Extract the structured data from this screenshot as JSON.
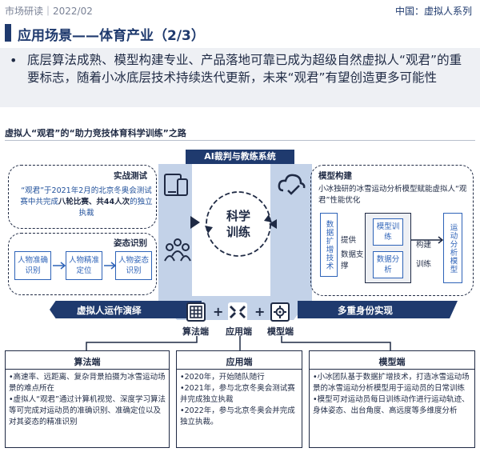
{
  "header": {
    "left": "市场研读｜2022/02",
    "right": "中国：虚拟人系列"
  },
  "title": "应用场景——体育产业（2/3）",
  "summary": {
    "bullet": "•",
    "text": "底层算法成熟、模型构建专业、产品落地可靠已成为超级自然虚拟人“观君”的重要标志，随着小冰底层技术持续迭代更新，未来“观君”有望创造更多可能性"
  },
  "diagram": {
    "title": "虚拟人“观君”的“助力竞技体育科学训练”之路",
    "ai_system": "AI裁判与教练系统",
    "center": {
      "line1": "科学",
      "line2": "训练"
    },
    "practice": {
      "label": "实战测试",
      "text_a": "“观君”于2021年2月的北京冬奥会测试赛中共完成",
      "text_b": "八轮比赛、共44人次",
      "text_c": "的独立执裁"
    },
    "posture": {
      "label": "姿态识别",
      "items": [
        "人物准确识别",
        "人物精准定位",
        "人物姿态识别"
      ]
    },
    "model_build": {
      "label": "模型构建",
      "text": "小冰独研的冰雪运动分析模型赋能虚拟人“观君”性能优化",
      "data_aug": "数据扩增技术",
      "provide": "提供",
      "data_support": "数据支撑",
      "snow_model": "模型训练",
      "data_analysis": "数据分析",
      "construct": "构建",
      "train": "训练",
      "sport_model": "运动分析模型"
    },
    "band_left": "虚拟人运作演绎",
    "band_right": "多重身份实现",
    "ends": {
      "algo": "算法端",
      "app": "应用端",
      "model": "模型端",
      "plus": "+"
    }
  },
  "panels": [
    {
      "title": "算法端",
      "lines": [
        "•高速率、远距离、复杂背景拍摄为冰雪运动场景的难点所在",
        "•虚拟人“观君”通过计算机视觉、深度学习算法等可完成对运动员的准确识别、准确定位以及对其姿态的精准识别"
      ]
    },
    {
      "title": "应用端",
      "lines": [
        "•2020年，开始随队随行",
        "•2021年，参与北京冬奥会测试赛并完成独立执裁",
        "•2022年，参与北京冬奥会并完成独立执裁。"
      ]
    },
    {
      "title": "模型端",
      "lines": [
        "•小冰团队基于数据扩增技术，打造冰雪运动场景的冰雪运动分析模型用于运动员的日常训练",
        "•模型可对运动员每日训练动作进行运动轨迹、身体姿态、出台角度、高远度等多维度分析"
      ]
    }
  ],
  "colors": {
    "navy": "#1f3a6e",
    "blue": "#2e63b8",
    "light_blue": "#c3d2e8",
    "grey_bg": "#eef0f4"
  }
}
